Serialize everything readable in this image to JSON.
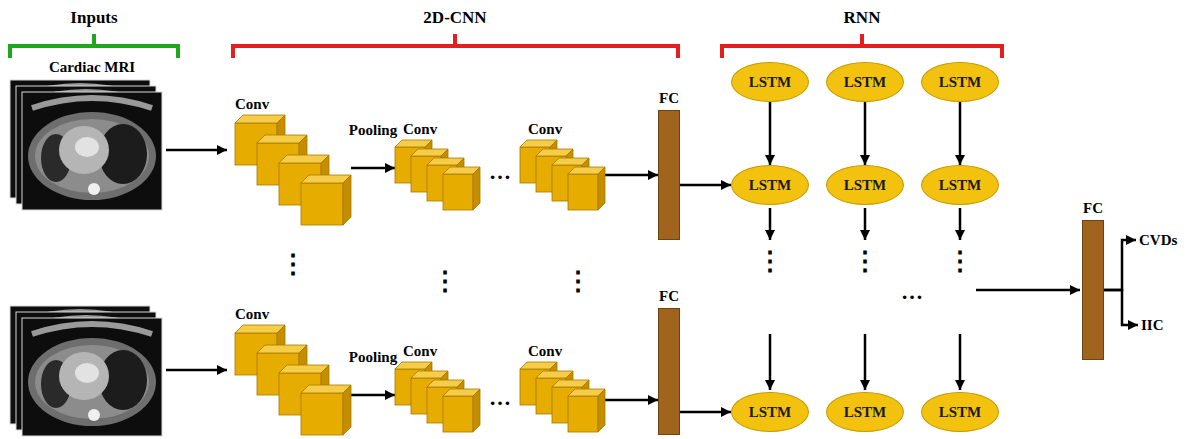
{
  "diagram": {
    "nodes": [
      {
        "text": [
          "Conv"
        ]
      },
      {
        "text": [
          "Conv"
        ]
      },
      {
        "text": [
          "Conv"
        ]
      },
      {
        "text": [
          "FC"
        ]
      },
      {
        "text": [
          "Conv"
        ]
      },
      {
        "text": [
          "Conv"
        ]
      },
      {
        "text": [
          "Conv"
        ]
      },
      {
        "text": [
          "FC"
        ]
      },
      {
        "text": [
          "LSTM"
        ]
      },
      {
        "text": [
          "LSTM"
        ]
      },
      {
        "text": [
          "LSTM"
        ]
      },
      {
        "text": [
          "LSTM"
        ]
      },
      {
        "text": [
          "LSTM"
        ]
      },
      {
        "text": [
          "LSTM"
        ]
      },
      {
        "text": [
          "LSTM"
        ]
      },
      {
        "text": [
          "LSTM"
        ]
      },
      {
        "text": [
          "LSTM"
        ]
      },
      {
        "text": [
          "FC"
        ]
      },
      {
        "text": [
          "CVDs"
        ]
      },
      {
        "text": [
          "IIC"
        ]
      }
    ],
    "edges": [
      {
        "from": 0,
        "to": 1,
        "label": "Pooling",
        "arrow": "to"
      },
      {
        "from": 2,
        "to": 3,
        "arrow": "to"
      },
      {
        "from": 4,
        "to": 5,
        "label": "Pooling",
        "arrow": "to"
      },
      {
        "from": 6,
        "to": 7,
        "arrow": "to"
      },
      {
        "from": 3,
        "to": 11,
        "arrow": "to"
      },
      {
        "from": 7,
        "to": 14,
        "arrow": "to"
      },
      {
        "from": 8,
        "to": 11,
        "arrow": "to"
      },
      {
        "from": 9,
        "to": 12,
        "arrow": "to"
      },
      {
        "from": 10,
        "to": 13,
        "arrow": "to"
      },
      {
        "from": 17,
        "to": 18,
        "arrow": "to"
      },
      {
        "from": 17,
        "to": 19,
        "arrow": "to"
      }
    ],
    "labels": [
      "Inputs",
      "2D-CNN",
      "RNN",
      "Cardiac MRI",
      "⋮",
      "⋮",
      "⋮",
      "…",
      "…",
      "⋮",
      "⋮",
      "⋮",
      "…"
    ]
  }
}
